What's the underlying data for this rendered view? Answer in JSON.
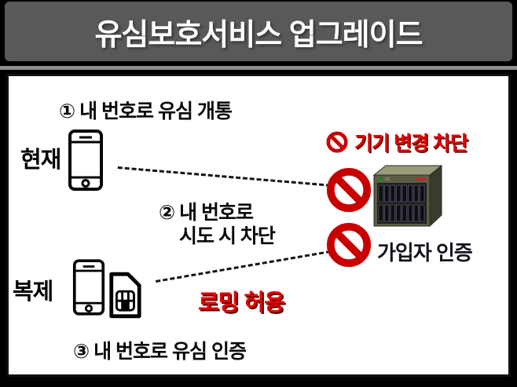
{
  "header": {
    "title": "유심보호서비스 업그레이드",
    "bg_color": "#595959",
    "text_color": "#ffffff",
    "divider_color": "#8c8c8c"
  },
  "diagram": {
    "top_caption": "① 내 번호로 유심 개통",
    "phone_current": {
      "label": "현재",
      "icon": "smartphone-icon"
    },
    "phone_clone": {
      "label": "복제",
      "icons": [
        "smartphone-icon",
        "sim-card-icon"
      ]
    },
    "middle_caption": {
      "line1": "② 내 번호로",
      "line2": "시도 시 차단"
    },
    "bottom_caption": "③ 내 번호로 유심 인증",
    "block_notice": {
      "icon": "no-entry-icon",
      "title": "기기 변경 차단",
      "color": "#e80000"
    },
    "subscriber_auth_label": "가입자 인증",
    "roaming_label": {
      "text": "로밍 허용",
      "color": "#e80000"
    },
    "server": {
      "icon": "server-rack-icon"
    },
    "prohibition_sign_color": "#c80000",
    "line_style": "dashed-black"
  }
}
